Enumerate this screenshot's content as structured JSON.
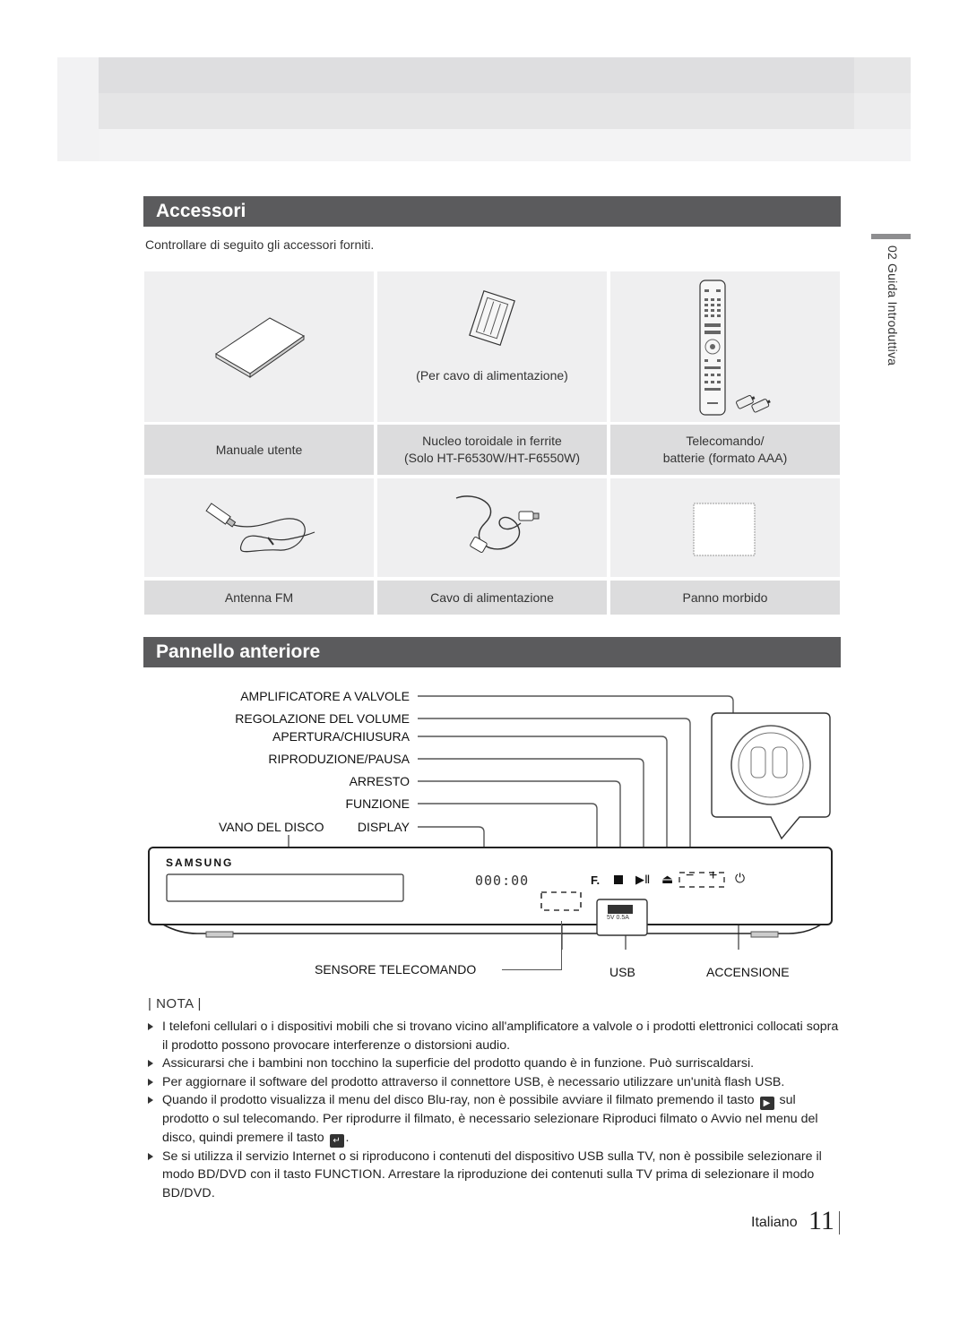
{
  "accessori": {
    "title": "Accessori",
    "intro": "Controllare di seguito gli accessori forniti.",
    "items": [
      {
        "label_lines": [
          "Manuale utente"
        ],
        "caption": ""
      },
      {
        "label_lines": [
          "Nucleo toroidale in ferrite",
          "(Solo HT-F6530W/HT-F6550W)"
        ],
        "caption": "(Per cavo di alimentazione)"
      },
      {
        "label_lines": [
          "Telecomando/",
          "batterie (formato AAA)"
        ],
        "caption": ""
      },
      {
        "label_lines": [
          "Antenna FM"
        ],
        "caption": ""
      },
      {
        "label_lines": [
          "Cavo di alimentazione"
        ],
        "caption": ""
      },
      {
        "label_lines": [
          "Panno morbido"
        ],
        "caption": ""
      }
    ]
  },
  "side_tab": {
    "text": "02  Guida Introduttiva"
  },
  "pannello": {
    "title": "Pannello anteriore",
    "callouts": {
      "amplificatore": "AMPLIFICATORE A VALVOLE",
      "volume": "REGOLAZIONE DEL VOLUME",
      "apertura": "APERTURA/CHIUSURA",
      "riproduzione": "RIPRODUZIONE/PAUSA",
      "arresto": "ARRESTO",
      "funzione": "FUNZIONE",
      "vano": "VANO DEL DISCO",
      "display": "DISPLAY"
    },
    "bottom_labels": {
      "sensore": "SENSORE TELECOMANDO",
      "usb": "USB",
      "accensione": "ACCENSIONE"
    },
    "device": {
      "brand": "SAMSUNG",
      "display_readout": "000:00",
      "function_mark": "F.",
      "usb_port_text": "5V 0.5A"
    }
  },
  "nota": {
    "title": "NOTA",
    "items": [
      "I telefoni cellulari o i dispositivi mobili che si trovano vicino all'amplificatore a valvole o i prodotti elettronici collocati sopra il prodotto possono provocare interferenze o distorsioni audio.",
      "Assicurarsi che i bambini non tocchino la superficie del prodotto quando è in funzione. Può surriscaldarsi.",
      "Per aggiornare il software del prodotto attraverso il connettore USB, è necessario utilizzare un'unità flash USB."
    ],
    "item4": {
      "part1": "Quando il prodotto visualizza il menu del disco Blu-ray, non è possibile avviare il filmato premendo il tasto",
      "part2": "sul prodotto o sul telecomando. Per riprodurre il filmato, è necessario selezionare Riproduci filmato o Avvio nel menu del disco, quindi premere il tasto",
      "part3": "."
    },
    "item5": {
      "part1": "Se si utilizza il servizio Internet o si riproducono i contenuti del dispositivo USB sulla TV, non è possibile selezionare il modo",
      "term1": "BD/DVD",
      "part2": "con il tasto",
      "term2": "FUNCTION",
      "part3": ". Arrestare la riproduzione dei contenuti sulla TV prima di selezionare il modo",
      "term3": "BD/DVD",
      "part4": "."
    }
  },
  "footer": {
    "language": "Italiano",
    "page": "11"
  }
}
